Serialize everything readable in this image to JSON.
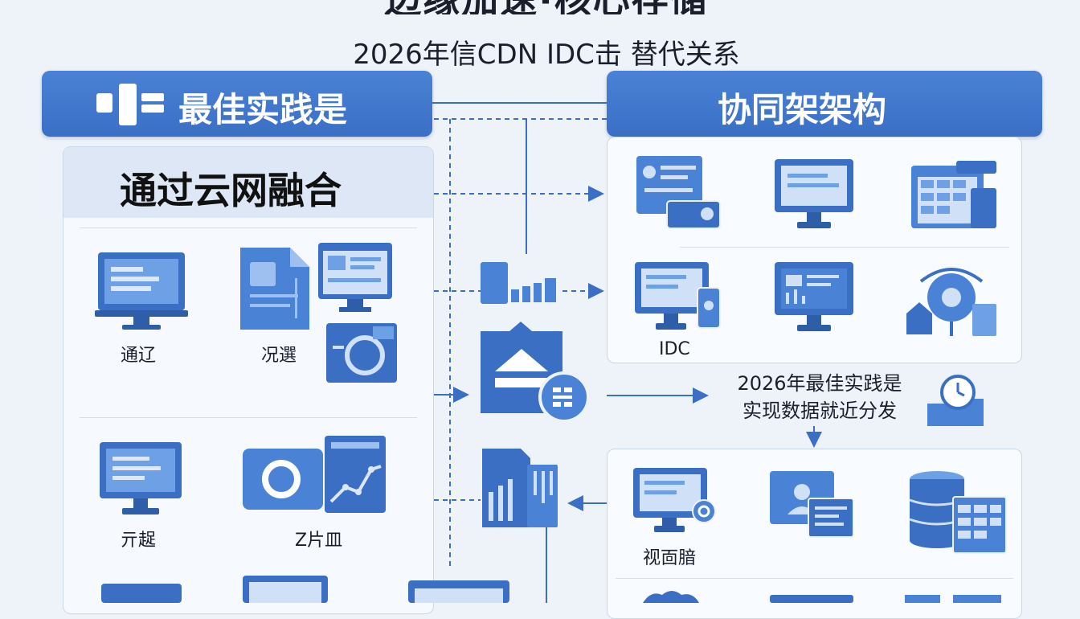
{
  "header": {
    "title": "边缘加速·核心存储",
    "subtitle": "2026年信CDN IDC击 替代关系"
  },
  "left": {
    "header_label": "最佳实践是",
    "subheader_label": "通过云网融合",
    "labels": {
      "row1_a": "通辽",
      "row1_b": "况選",
      "row2_a": "亓趗",
      "row2_b": "Z片皿"
    }
  },
  "right": {
    "header_label": "协同架架构",
    "idc_label": "IDC",
    "bottom_label": "视靣腤"
  },
  "center": {
    "note_line1": "2026年最佳实践是",
    "note_line2": "实现数据就近分发"
  },
  "colors": {
    "accent": "#3a6fc4",
    "accent_light": "#6ea0e6",
    "panel_bg": "#f6f9fd",
    "subheader_bg": "#dde7f5"
  }
}
